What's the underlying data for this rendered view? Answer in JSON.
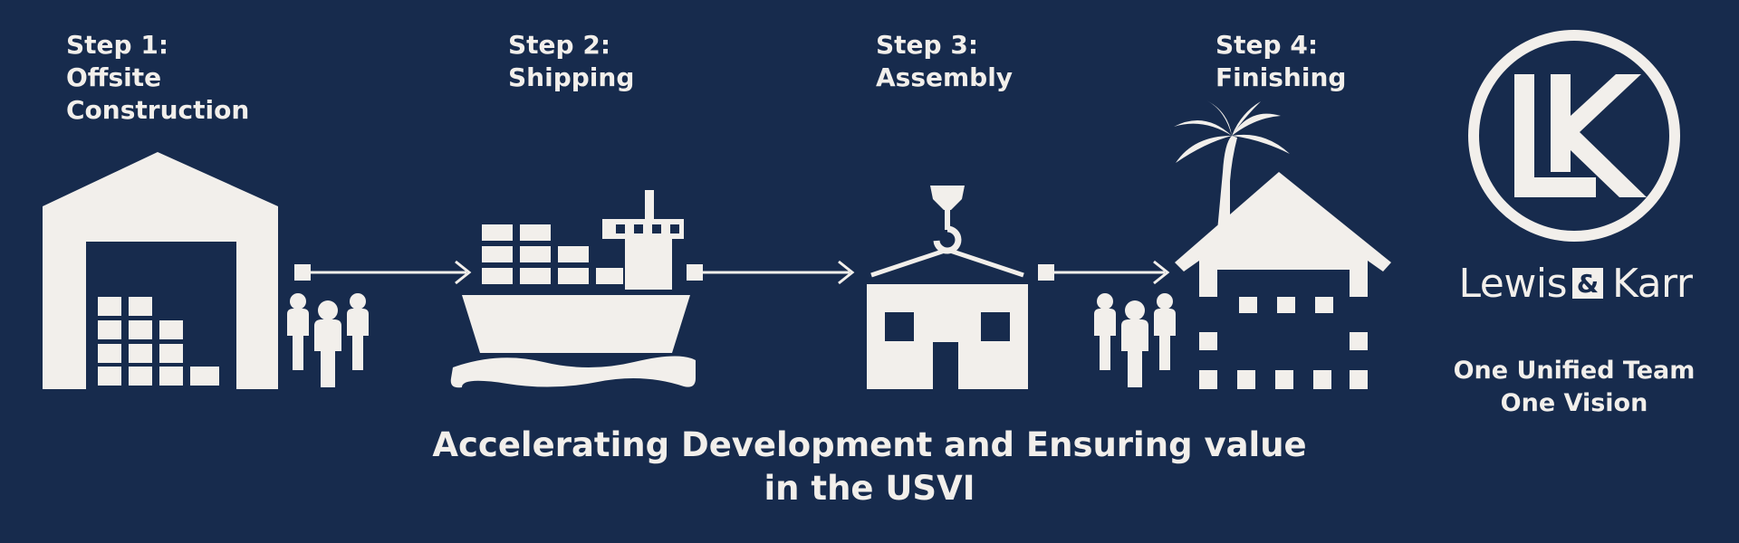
{
  "steps": [
    {
      "title": "Step 1:",
      "lines": [
        "Offsite",
        "Construction"
      ]
    },
    {
      "title": "Step 2:",
      "lines": [
        "Shipping"
      ]
    },
    {
      "title": "Step 3:",
      "lines": [
        "Assembly"
      ]
    },
    {
      "title": "Step 4:",
      "lines": [
        "Finishing"
      ]
    }
  ],
  "brand": {
    "logo_letters": "LK",
    "name_left": "Lewis",
    "ampersand": "&",
    "name_right": "Karr",
    "tagline": [
      "One Unified Team",
      "One Vision"
    ]
  },
  "caption": [
    "Accelerating Development and Ensuring value",
    "in the USVI"
  ],
  "colors": {
    "background": "#172b4d",
    "foreground": "#f2efeb"
  },
  "icons": [
    "warehouse-icon",
    "workers-icon",
    "arrow-icon",
    "cargo-ship-icon",
    "crane-house-icon",
    "palm-house-icon",
    "lk-logo-icon"
  ]
}
